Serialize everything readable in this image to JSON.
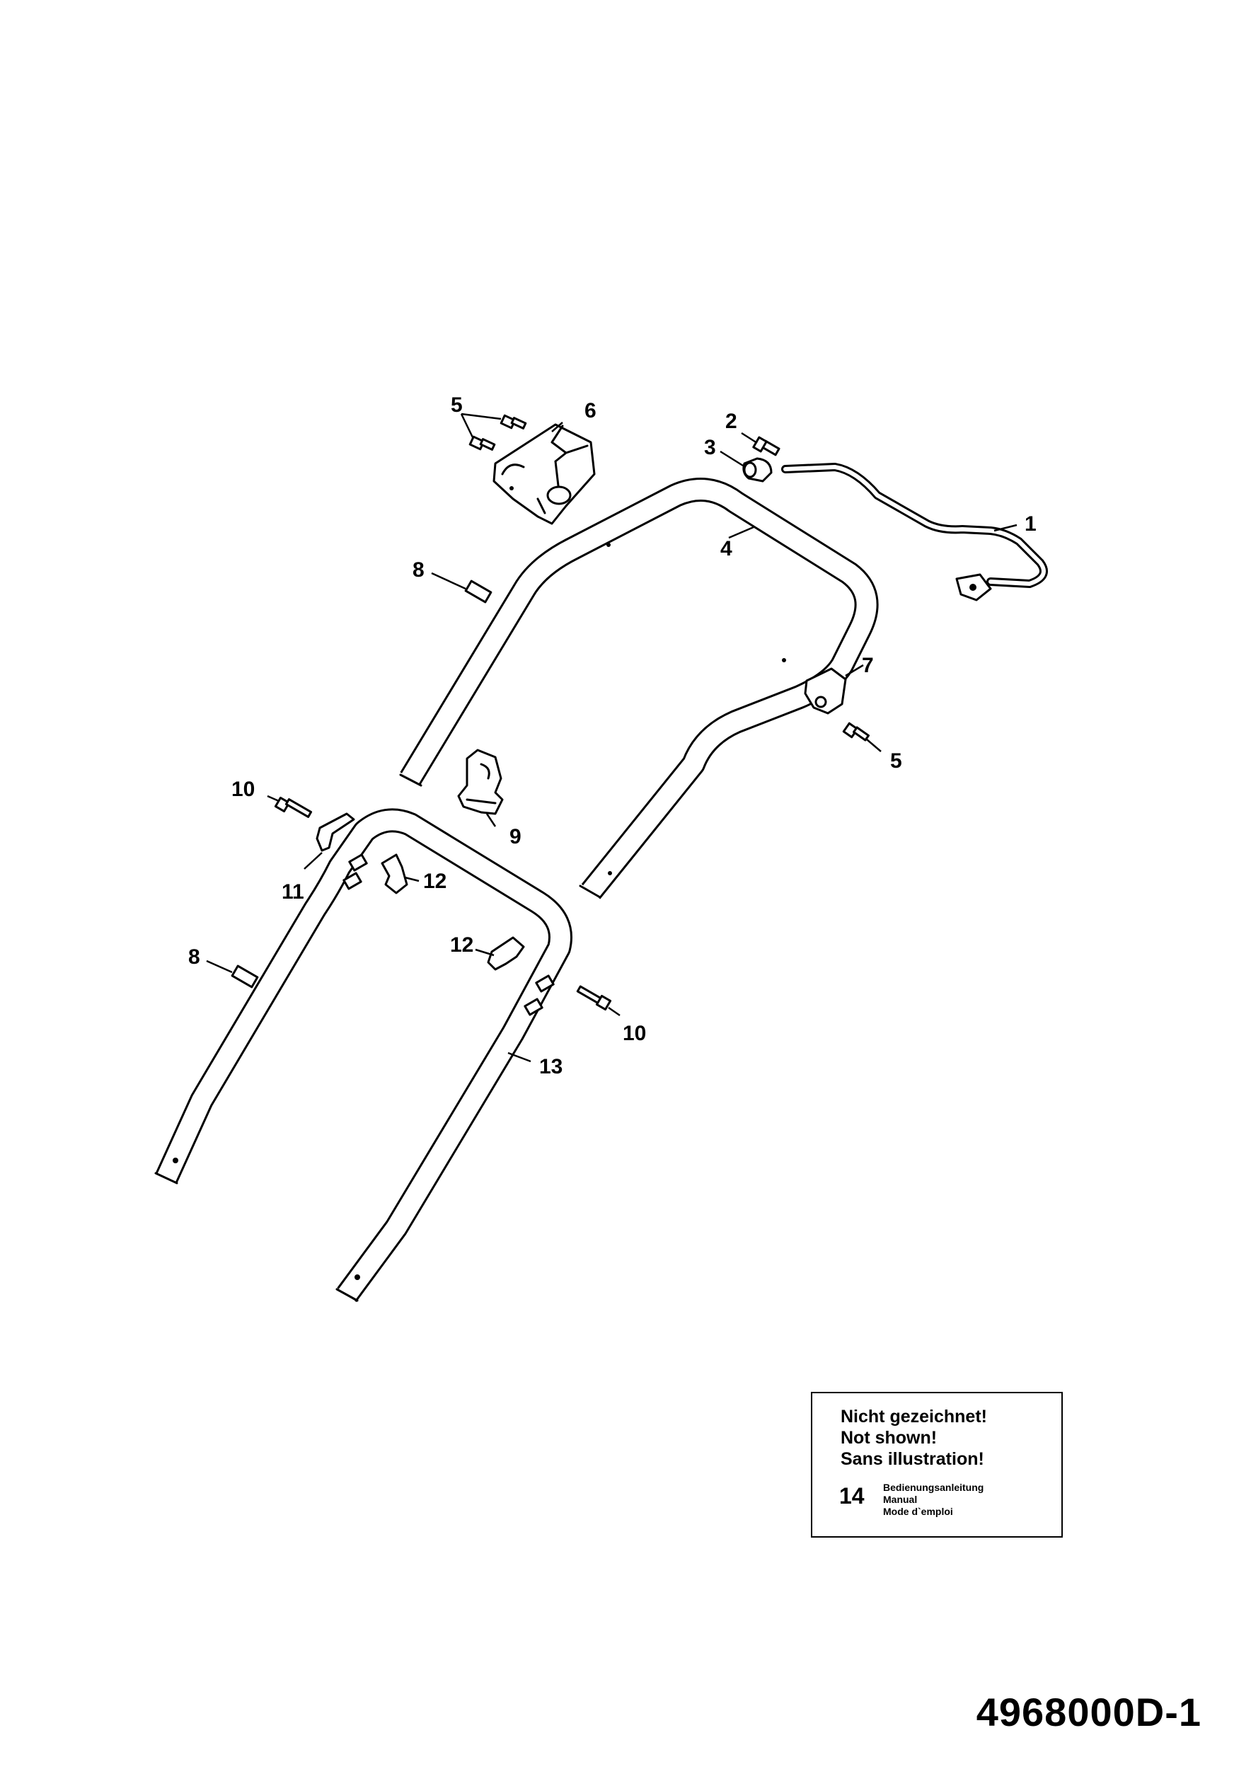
{
  "callouts": {
    "c1": "1",
    "c2": "2",
    "c3": "3",
    "c4": "4",
    "c5a": "5",
    "c5b": "5",
    "c6": "6",
    "c7": "7",
    "c8a": "8",
    "c8b": "8",
    "c9": "9",
    "c10a": "10",
    "c10b": "10",
    "c11": "11",
    "c12a": "12",
    "c12b": "12",
    "c13": "13"
  },
  "note": {
    "line1": "Nicht gezeichnet!",
    "line2": "Not shown!",
    "line3": "Sans illustration!",
    "item_number": "14",
    "item_de": "Bedienungsanleitung",
    "item_en": "Manual",
    "item_fr": "Mode d`emploi"
  },
  "drawing_number": "4968000D-1"
}
